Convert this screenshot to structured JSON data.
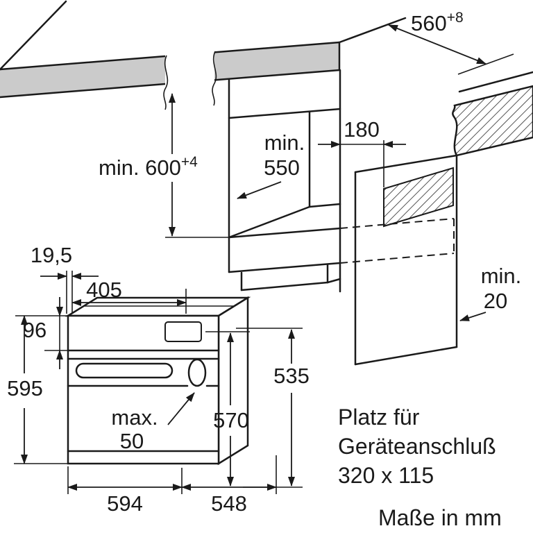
{
  "dims": {
    "niche_width": {
      "base": "560",
      "sup": "+8"
    },
    "niche_height": {
      "base": "min. 600",
      "sup": "+4"
    },
    "niche_depth": {
      "l1": "min.",
      "l2": "550"
    },
    "conn_offset": "180",
    "rear_gap": {
      "l1": "min.",
      "l2": "20"
    },
    "protrusion": "19,5",
    "top_width": "405",
    "panel_height": "96",
    "oven_height": "595",
    "max_protrusion": {
      "l1": "max.",
      "l2": "50"
    },
    "body_height": "570",
    "body_depth": "535",
    "oven_width": "594",
    "oven_depth": "548"
  },
  "notes": {
    "connection": {
      "l1": "Platz für",
      "l2": "Geräteanschluß",
      "l3": "320 x 115"
    },
    "units": "Maße in mm"
  }
}
